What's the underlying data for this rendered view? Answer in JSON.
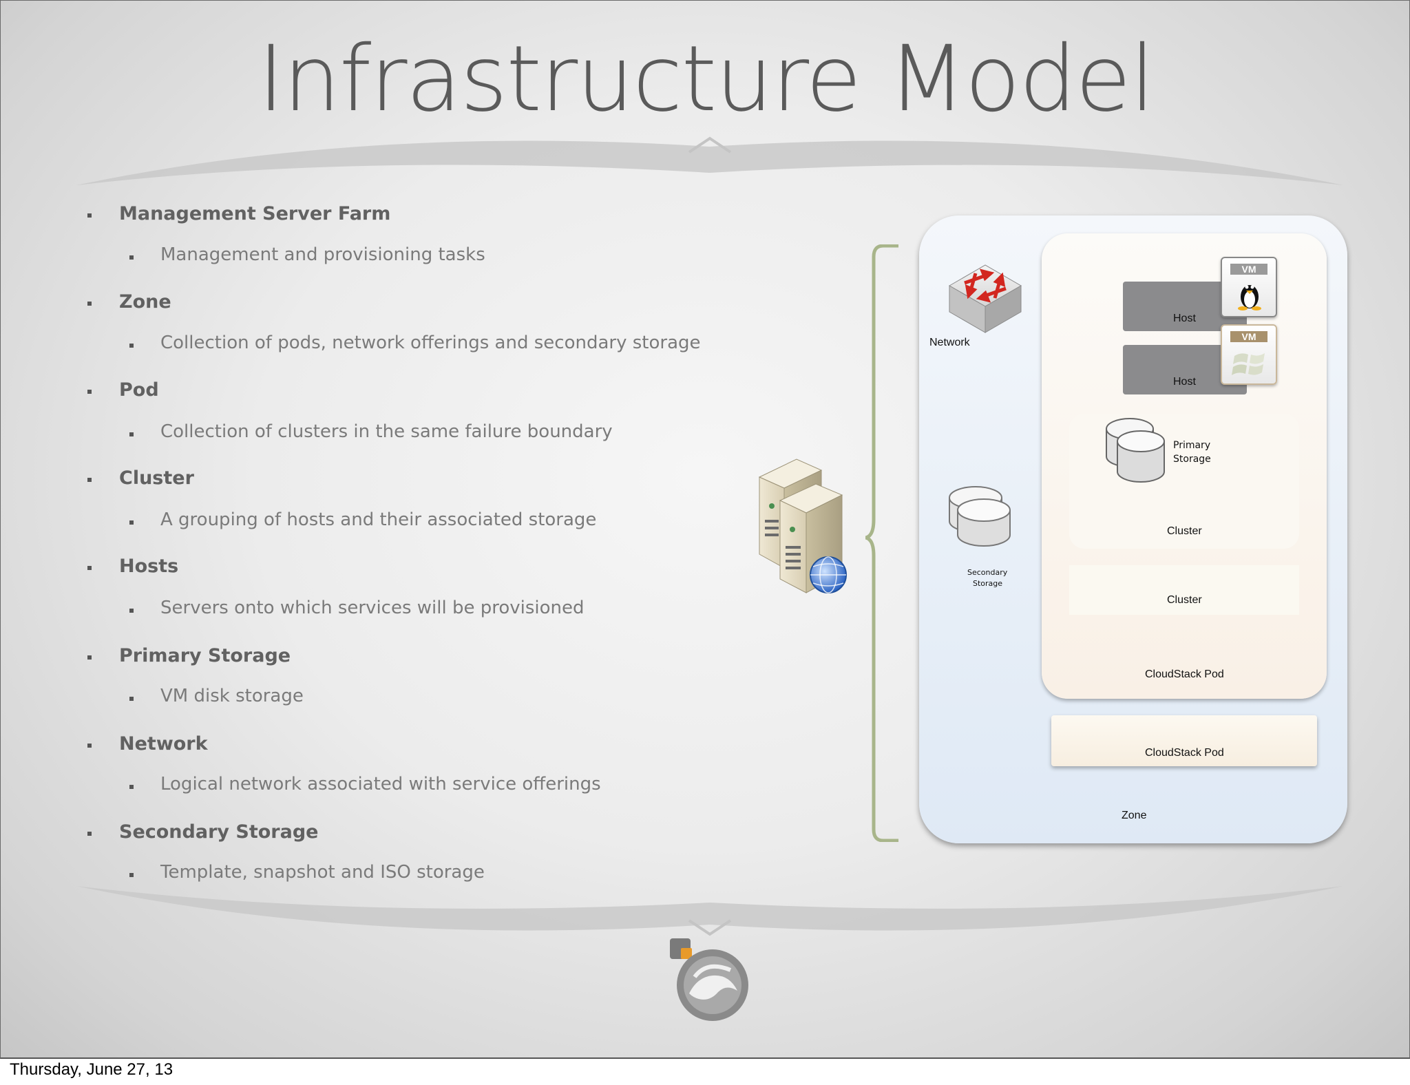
{
  "slide": {
    "title": "Infrastructure Model",
    "bullets": [
      {
        "heading": "Management Server Farm",
        "detail": "Management and provisioning tasks"
      },
      {
        "heading": "Zone",
        "detail": "Collection of pods, network offerings and secondary storage"
      },
      {
        "heading": "Pod",
        "detail": "Collection of clusters in the same failure boundary"
      },
      {
        "heading": "Cluster",
        "detail": "A grouping of hosts and their associated storage"
      },
      {
        "heading": "Hosts",
        "detail": "Servers onto which services will be provisioned"
      },
      {
        "heading": "Primary Storage",
        "detail": "VM disk storage"
      },
      {
        "heading": "Network",
        "detail": "Logical network associated with service offerings"
      },
      {
        "heading": "Secondary Storage",
        "detail": "Template, snapshot and ISO storage"
      }
    ]
  },
  "diagram": {
    "network_label": "Network",
    "secondary_storage_label_line1": "Secondary",
    "secondary_storage_label_line2": "Storage",
    "host_label_1": "Host",
    "host_label_2": "Host",
    "vm_label_1": "VM",
    "vm_label_2": "VM",
    "primary_storage_label_line1": "Primary",
    "primary_storage_label_line2": "Storage",
    "cluster_label_1": "Cluster",
    "cluster_label_2": "Cluster",
    "pod_label_1": "CloudStack Pod",
    "pod_label_2": "CloudStack Pod",
    "zone_label": "Zone"
  },
  "footer": {
    "date": "Thursday, June 27, 13"
  },
  "colors": {
    "title": "#5a5a5a",
    "bracket": "#a8b58a",
    "host": "#8b8b8d",
    "zone_bg": "#e6eef7",
    "pod_bg": "#f9f0e6"
  },
  "icons": [
    "switch-icon",
    "server-farm-icon",
    "storage-icon",
    "linux-penguin-icon",
    "windows-flag-icon",
    "cloudstack-logo-icon"
  ]
}
